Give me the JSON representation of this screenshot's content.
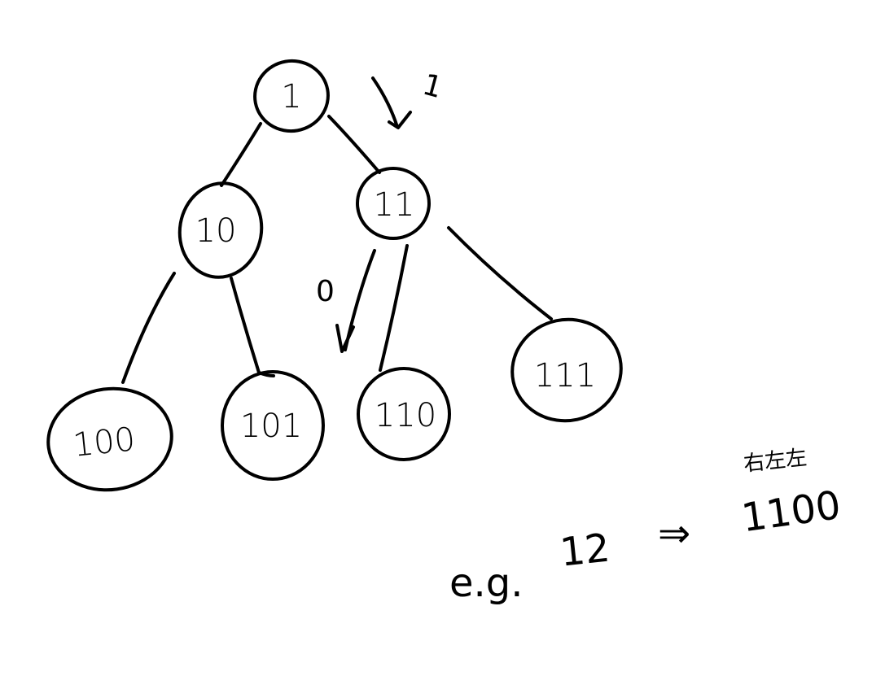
{
  "tree": {
    "nodes": [
      {
        "id": "root",
        "label": "1"
      },
      {
        "id": "n10",
        "label": "10"
      },
      {
        "id": "n11",
        "label": "11"
      },
      {
        "id": "n100",
        "label": "100"
      },
      {
        "id": "n101",
        "label": "101"
      },
      {
        "id": "n110",
        "label": "110"
      },
      {
        "id": "n111",
        "label": "111"
      }
    ],
    "edge_labels": {
      "right": "1",
      "left": "0"
    }
  },
  "example": {
    "prefix": "e.g.",
    "number": "12",
    "arrow": "⇒",
    "binary": "1100",
    "annotation": "右左左"
  }
}
